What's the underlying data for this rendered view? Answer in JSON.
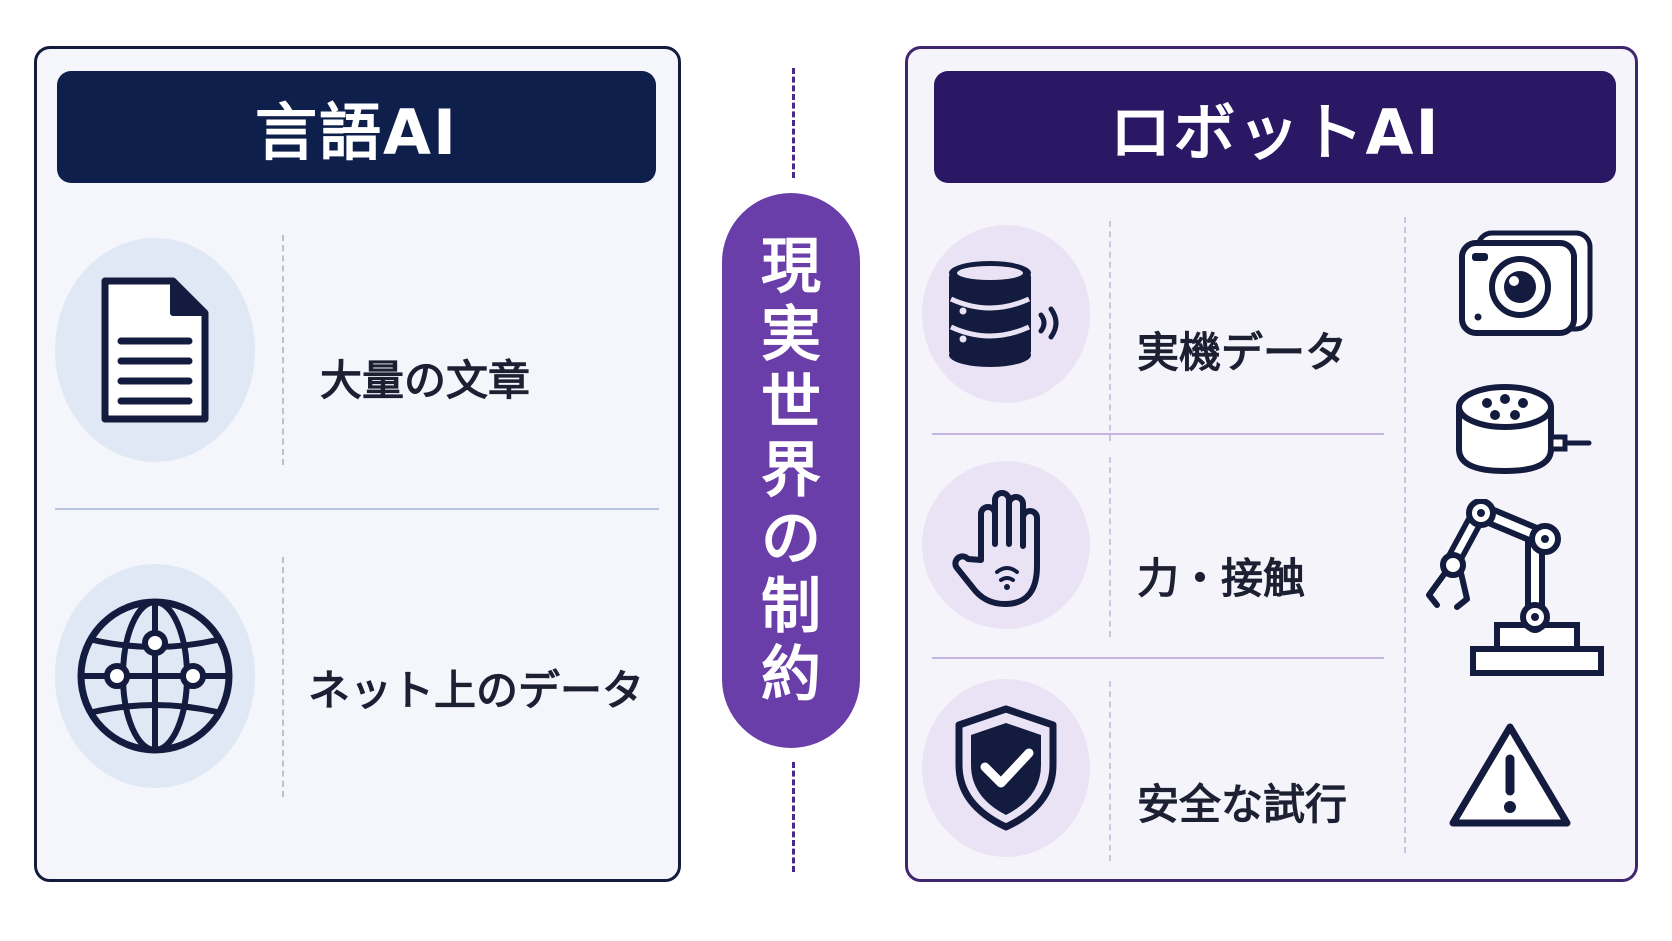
{
  "left_panel": {
    "title": "言語AI",
    "items": [
      {
        "label": "大量の文章",
        "icon": "document-icon"
      },
      {
        "label": "ネット上のデータ",
        "icon": "globe-network-icon"
      }
    ]
  },
  "center": {
    "label_chars": [
      "現",
      "実",
      "世",
      "界",
      "の",
      "制",
      "約"
    ]
  },
  "right_panel": {
    "title": "ロボットAI",
    "items": [
      {
        "label": "実機データ",
        "icon": "database-signal-icon"
      },
      {
        "label": "力・接触",
        "icon": "hand-touch-icon"
      },
      {
        "label": "安全な試行",
        "icon": "shield-check-icon"
      }
    ],
    "side_icons": [
      "camera-icon",
      "force-sensor-icon",
      "robot-arm-icon",
      "warning-icon"
    ]
  },
  "colors": {
    "left_header": "#0f1f4b",
    "right_header": "#2a1865",
    "center_pill": "#6a3ea8",
    "icon_stroke": "#131c3f"
  }
}
